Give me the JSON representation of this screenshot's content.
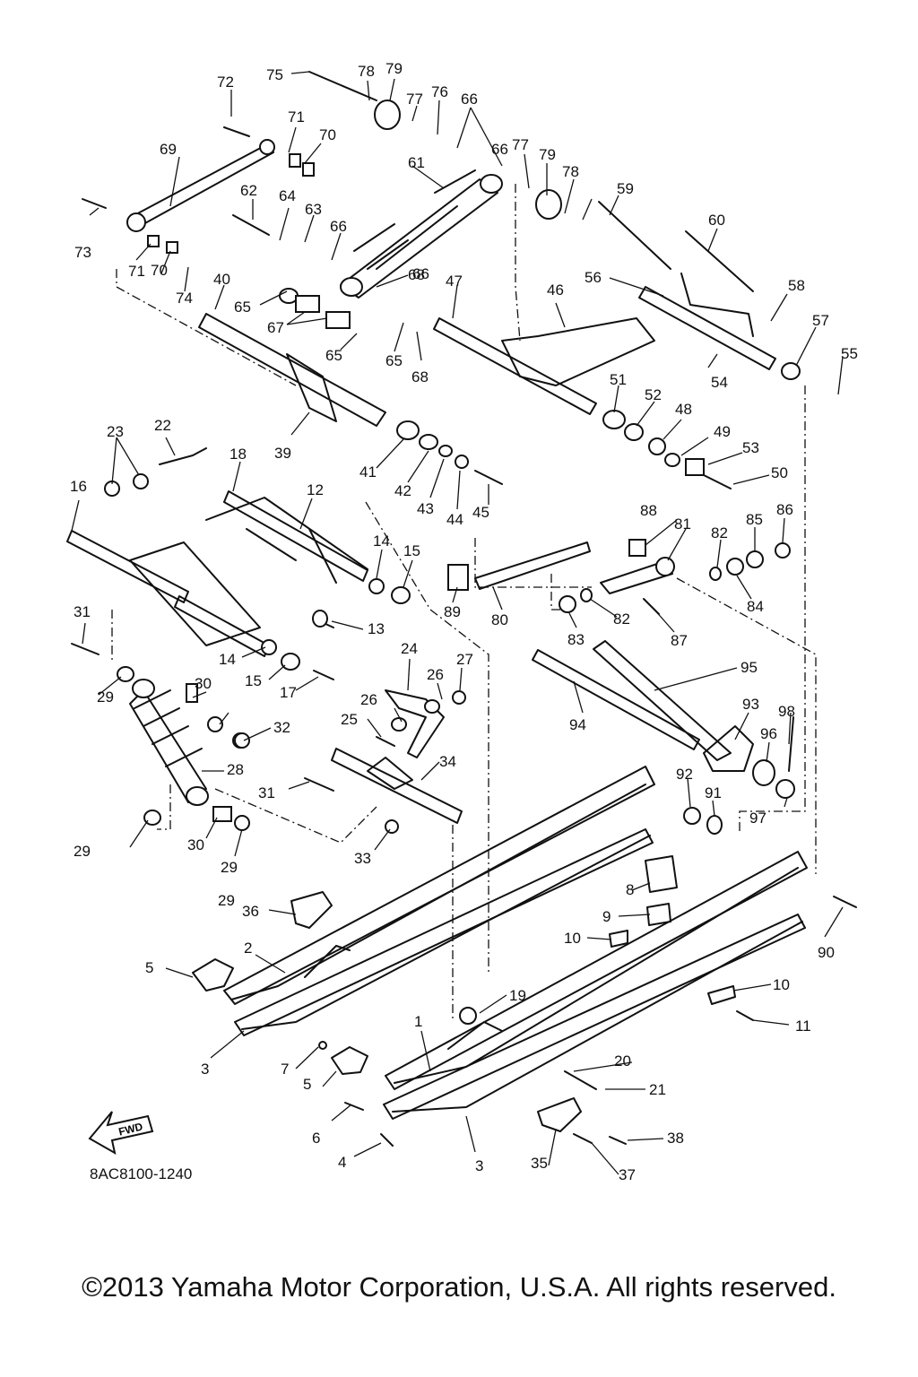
{
  "diagram": {
    "code": "8AC8100-1240",
    "fwd_label": "FWD",
    "copyright": "©2013 Yamaha Motor Corporation, U.S.A. All rights reserved.",
    "callouts": [
      "1",
      "2",
      "3",
      "3",
      "4",
      "5",
      "5",
      "6",
      "7",
      "8",
      "9",
      "10",
      "10",
      "11",
      "12",
      "13",
      "14",
      "14",
      "15",
      "15",
      "16",
      "17",
      "18",
      "19",
      "20",
      "21",
      "22",
      "23",
      "24",
      "25",
      "26",
      "26",
      "27",
      "28",
      "29",
      "29",
      "29",
      "29",
      "30",
      "30",
      "31",
      "31",
      "32",
      "33",
      "34",
      "35",
      "36",
      "37",
      "38",
      "39",
      "40",
      "41",
      "42",
      "43",
      "44",
      "45",
      "46",
      "47",
      "48",
      "49",
      "50",
      "51",
      "52",
      "53",
      "54",
      "55",
      "56",
      "57",
      "58",
      "59",
      "60",
      "61",
      "62",
      "63",
      "64",
      "65",
      "65",
      "65",
      "66",
      "66",
      "66",
      "66",
      "67",
      "68",
      "68",
      "69",
      "70",
      "70",
      "71",
      "71",
      "72",
      "73",
      "74",
      "75",
      "76",
      "77",
      "77",
      "78",
      "78",
      "79",
      "79",
      "80",
      "81",
      "82",
      "82",
      "83",
      "84",
      "85",
      "86",
      "87",
      "88",
      "89",
      "90",
      "91",
      "92",
      "93",
      "94",
      "95",
      "96",
      "97",
      "98"
    ]
  }
}
